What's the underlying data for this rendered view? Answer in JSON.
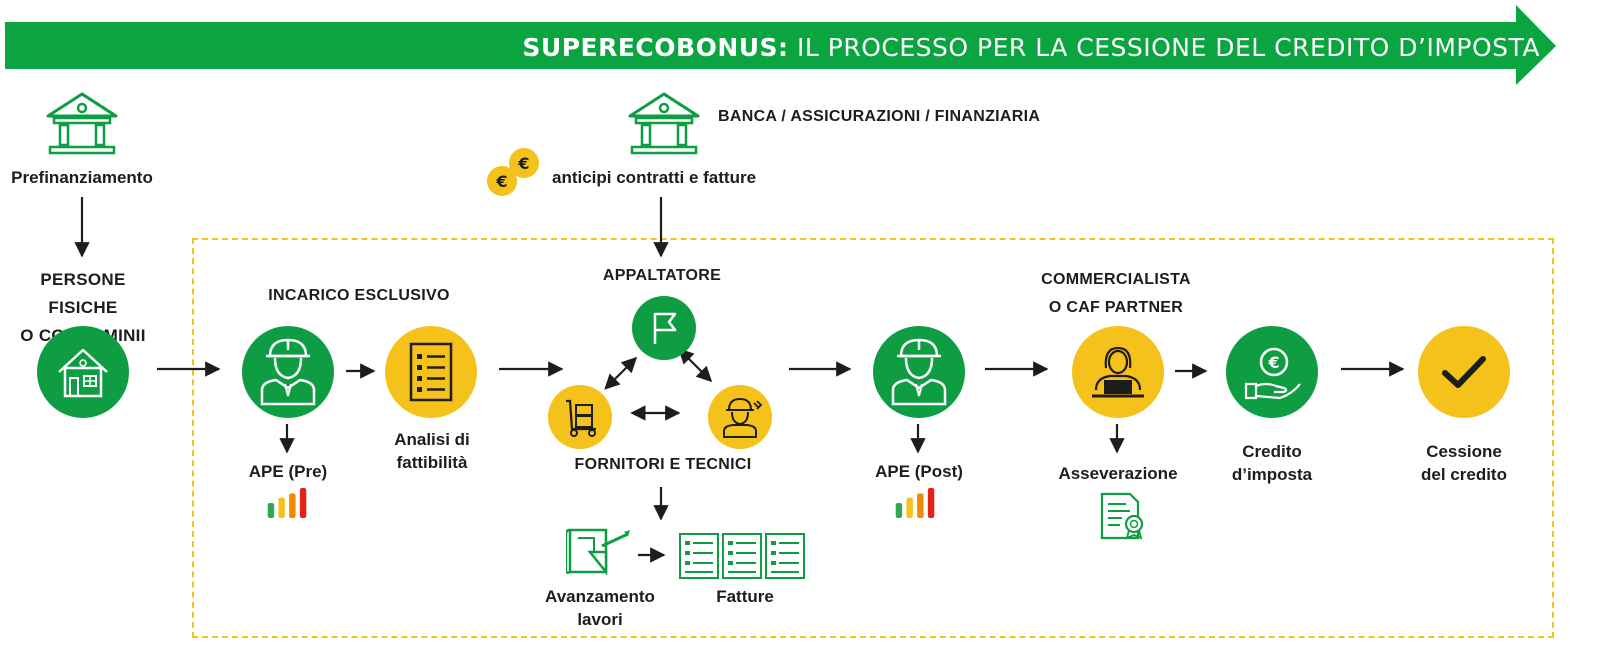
{
  "header": {
    "title_bold": "SUPERECOBONUS:",
    "title_rest": "IL PROCESSO PER LA CESSIONE DEL CREDITO D’IMPOSTA"
  },
  "top": {
    "prefinanziamento": "Prefinanziamento",
    "banca": "BANCA / ASSICURAZIONI / FINANZIARIA",
    "anticipi": "anticipi contratti e fatture"
  },
  "nodes": {
    "persone_line1": "PERSONE FISICHE",
    "persone_line2": "O CONDOMINII",
    "incarico": "INCARICO ESCLUSIVO",
    "ape_pre": "APE (Pre)",
    "analisi_line1": "Analisi di",
    "analisi_line2": "fattibilità",
    "appaltatore": "APPALTATORE",
    "fornitori": "FORNITORI E TECNICI",
    "avanzamento_line1": "Avanzamento",
    "avanzamento_line2": "lavori",
    "fatture": "Fatture",
    "ape_post": "APE (Post)",
    "commercialista_line1": "COMMERCIALISTA",
    "commercialista_line2": "O CAF PARTNER",
    "asseverazione": "Asseverazione",
    "credito_line1": "Credito",
    "credito_line2": "d’imposta",
    "cessione_line1": "Cessione",
    "cessione_line2": "del credito"
  },
  "icons": {
    "bank": "bank-icon",
    "house": "house-icon",
    "worker": "worker-icon",
    "checklist": "checklist-icon",
    "flag": "flag-icon",
    "cart": "hand-truck-icon",
    "technician": "technician-icon",
    "blueprint": "blueprint-icon",
    "invoice": "invoice-icon",
    "accountant": "accountant-icon",
    "certificate": "certificate-icon",
    "euro_hand": "euro-hand-icon",
    "check": "check-icon",
    "coins": "euro-coins-icon",
    "energy": "energy-bars-icon"
  },
  "colors": {
    "green": "#0f9d44",
    "yellow": "#f5c11b",
    "dark": "#1d1d1b",
    "bar_green": "#2fa84f",
    "bar_yellow": "#f5c11b",
    "bar_orange": "#f08a00",
    "bar_red": "#e2231a"
  }
}
